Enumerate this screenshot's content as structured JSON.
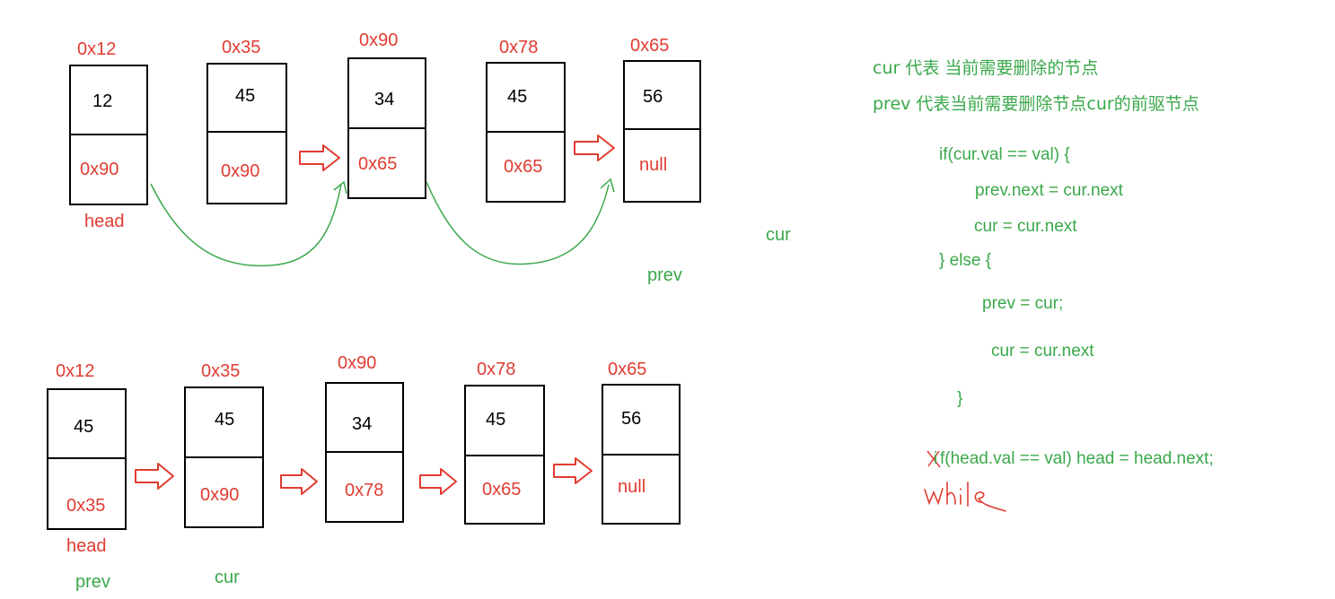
{
  "diagram_top": {
    "nodes": [
      {
        "addr": "0x12",
        "val": "12",
        "next": "0x90"
      },
      {
        "addr": "0x35",
        "val": "45",
        "next": "0x90"
      },
      {
        "addr": "0x90",
        "val": "34",
        "next": "0x65"
      },
      {
        "addr": "0x78",
        "val": "45",
        "next": "0x65"
      },
      {
        "addr": "0x65",
        "val": "56",
        "next": "null"
      }
    ],
    "head_label": "head",
    "cur_label": "cur",
    "prev_label": "prev"
  },
  "diagram_bottom": {
    "nodes": [
      {
        "addr": "0x12",
        "val": "45",
        "next": "0x35"
      },
      {
        "addr": "0x35",
        "val": "45",
        "next": "0x90"
      },
      {
        "addr": "0x90",
        "val": "34",
        "next": "0x78"
      },
      {
        "addr": "0x78",
        "val": "45",
        "next": "0x65"
      },
      {
        "addr": "0x65",
        "val": "56",
        "next": "null"
      }
    ],
    "head_label": "head",
    "prev_label": "prev",
    "cur_label": "cur"
  },
  "notes": {
    "line1": "cur 代表 当前需要删除的节点",
    "line2": "prev 代表当前需要删除节点cur的前驱节点"
  },
  "code": {
    "l1": "if(cur.val == val) {",
    "l2": "prev.next = cur.next",
    "l3": "cur = cur.next",
    "l4": "}  else {",
    "l5": "prev = cur;",
    "l6": "cur = cur.next",
    "l7": "}",
    "l8_rest": "f(head.val == val)    head = head.next;",
    "l8_i": "i",
    "handwriting": "while"
  },
  "colors": {
    "red": "#e03c31",
    "green": "#3aa84a",
    "black": "#000000"
  }
}
